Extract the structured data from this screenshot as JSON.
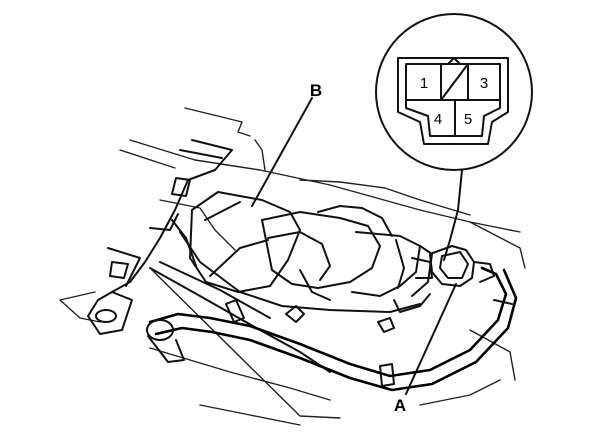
{
  "callouts": {
    "a": "A",
    "b": "B"
  },
  "connector": {
    "pins": [
      "1",
      "3",
      "4",
      "5"
    ]
  }
}
